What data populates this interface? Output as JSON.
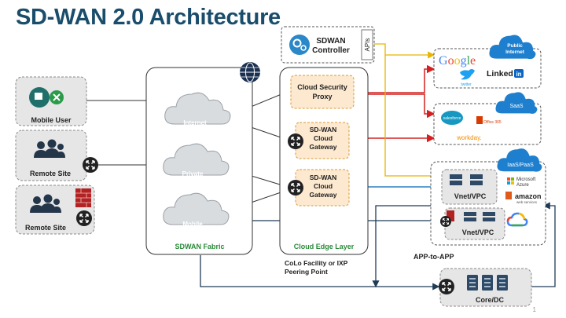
{
  "title": "SD-WAN 2.0 Architecture",
  "colors": {
    "title": "#1a4d6b",
    "box_fill": "#e6e6e6",
    "box_border": "#8a8a8a",
    "gateway_fill": "#fde9cf",
    "gateway_border": "#d79b3b",
    "green_label": "#2a8a3a",
    "red_link": "#d42020",
    "yellow_link": "#e8b400",
    "blue_link": "#2a7fc0",
    "dark_link": "#1f3b57",
    "cloud_badge": "#1e7fcf"
  },
  "sites": {
    "mobile_user": "Mobile User",
    "remote_site_1": "Remote Site",
    "remote_site_2": "Remote Site"
  },
  "fabric": {
    "label": "SDWAN Fabric",
    "clouds": [
      "Internet",
      "Private",
      "Mobile"
    ]
  },
  "edge": {
    "label": "Cloud Edge Layer",
    "proxy": "Cloud Security Proxy",
    "gateway_1": "SD-WAN Cloud Gateway",
    "gateway_2": "SD-WAN Cloud Gateway",
    "colo": "CoLo Facility or IXP Peering Point"
  },
  "controller": {
    "label": "SDWAN Controller",
    "apis": "APIs"
  },
  "public_internet": {
    "badge": "Public Internet",
    "logos": [
      "Google",
      "twitter",
      "LinkedIn"
    ]
  },
  "saas": {
    "badge": "SaaS",
    "logos": [
      "salesforce",
      "Office 365",
      "workday."
    ]
  },
  "iaas": {
    "badge": "IaaS/PaaS",
    "vnet_1": "Vnet/VPC",
    "vnet_2": "Vnet/VPC",
    "logos": [
      "Microsoft Azure",
      "amazon web services",
      "Google Cloud"
    ]
  },
  "app_to_app": "APP-to-APP",
  "core": "Core/DC",
  "page_number": "1"
}
